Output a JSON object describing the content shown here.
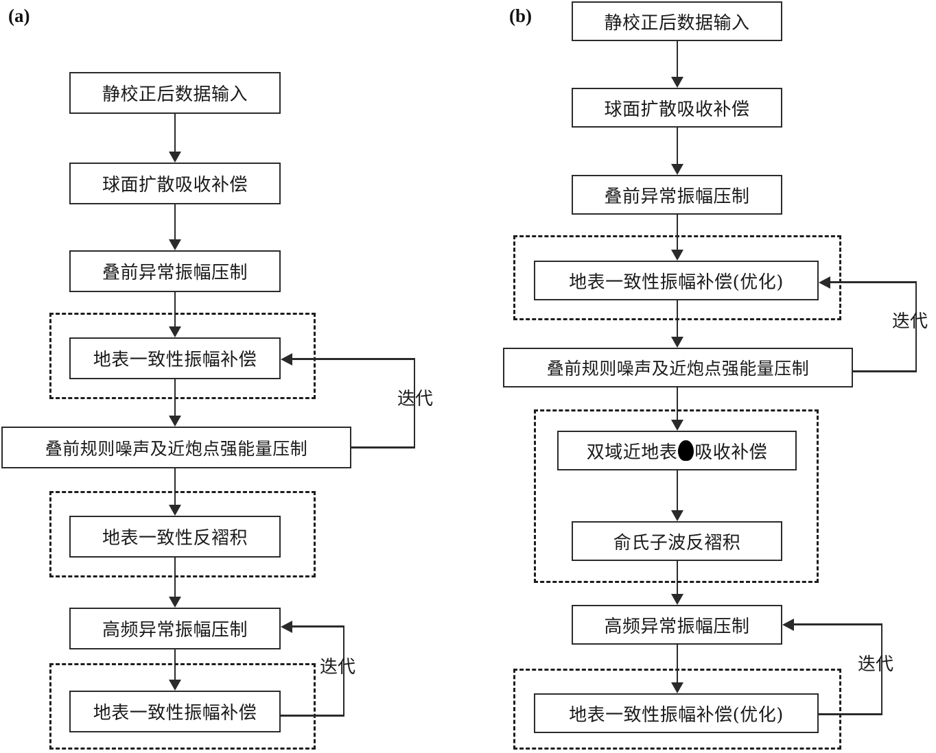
{
  "figure": {
    "type": "flowchart",
    "panels": [
      {
        "id": "a",
        "label": "(a)",
        "nodes": [
          {
            "key": "a1",
            "text": "静校正后数据输入"
          },
          {
            "key": "a2",
            "text": "球面扩散吸收补偿"
          },
          {
            "key": "a3",
            "text": "叠前异常振幅压制"
          },
          {
            "key": "a4",
            "text": "地表一致性振幅补偿"
          },
          {
            "key": "a5",
            "text": "叠前规则噪声及近炮点强能量压制"
          },
          {
            "key": "a6",
            "text": "地表一致性反褶积"
          },
          {
            "key": "a7",
            "text": "高频异常振幅压制"
          },
          {
            "key": "a8",
            "text": "地表一致性振幅补偿"
          }
        ],
        "loops": [
          {
            "key": "a_loop1",
            "label": "迭代",
            "from": "a5",
            "to": "a4"
          },
          {
            "key": "a_loop2",
            "label": "迭代",
            "from": "a8",
            "to": "a7"
          }
        ],
        "dashed_groups": [
          {
            "key": "a_grp1",
            "contains": [
              "a4"
            ]
          },
          {
            "key": "a_grp2",
            "contains": [
              "a6"
            ]
          },
          {
            "key": "a_grp3",
            "contains": [
              "a8"
            ]
          }
        ]
      },
      {
        "id": "b",
        "label": "(b)",
        "nodes": [
          {
            "key": "b1",
            "text": "静校正后数据输入"
          },
          {
            "key": "b2",
            "text": "球面扩散吸收补偿"
          },
          {
            "key": "b3",
            "text": "叠前异常振幅压制"
          },
          {
            "key": "b4",
            "text": "地表一致性振幅补偿(优化)"
          },
          {
            "key": "b5",
            "text": "叠前规则噪声及近炮点强能量压制"
          },
          {
            "key": "b6_pre",
            "text": "双域近地表"
          },
          {
            "key": "b6_post",
            "text": "吸收补偿"
          },
          {
            "key": "b7",
            "text": "俞氏子波反褶积"
          },
          {
            "key": "b8",
            "text": "高频异常振幅压制"
          },
          {
            "key": "b9",
            "text": "地表一致性振幅补偿(优化)"
          }
        ],
        "loops": [
          {
            "key": "b_loop1",
            "label": "迭代",
            "from": "b5",
            "to": "b4"
          },
          {
            "key": "b_loop2",
            "label": "迭代",
            "from": "b9",
            "to": "b8"
          }
        ],
        "dashed_groups": [
          {
            "key": "b_grp1",
            "contains": [
              "b4"
            ]
          },
          {
            "key": "b_grp2",
            "contains": [
              "b6",
              "b7"
            ]
          },
          {
            "key": "b_grp3",
            "contains": [
              "b9"
            ]
          }
        ]
      }
    ],
    "colors": {
      "stroke": "#2a2a2a",
      "dashed_stroke": "#1d1d1d",
      "background": "#ffffff",
      "text": "#1a1a1a"
    }
  }
}
